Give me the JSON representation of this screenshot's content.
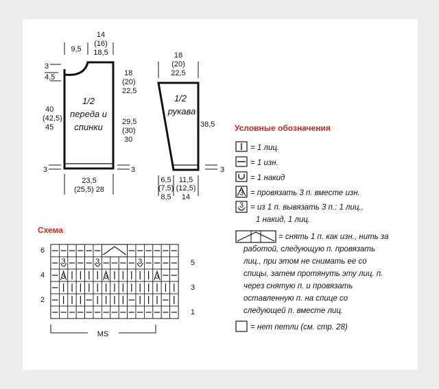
{
  "body_piece": {
    "label_line1": "1/2",
    "label_line2": "переда и",
    "label_line3": "спинки",
    "top_width": [
      "14",
      "(16)",
      "18,5"
    ],
    "shoulder": "9,5",
    "neck_top": "3",
    "neck_bottom": "4,5",
    "armhole": [
      "18",
      "(20)",
      "22,5"
    ],
    "side": [
      "29,5",
      "(30)",
      "30"
    ],
    "left_height": [
      "40",
      "(42,5)",
      "45"
    ],
    "hem_left": "3",
    "hem_right": "3",
    "bottom_width": [
      "23,5",
      "(25,5) 28"
    ]
  },
  "sleeve_piece": {
    "label_line1": "1/2",
    "label_line2": "рукава",
    "top_width": [
      "18",
      "(20)",
      "22,5"
    ],
    "height": "38,5",
    "cuff": "3",
    "bottom_left": [
      "6,5",
      "(7,5)",
      "8,5"
    ],
    "bottom_right": [
      "11,5",
      "(12,5)",
      "14"
    ]
  },
  "legend": {
    "title": "Условные обозначения",
    "items": [
      {
        "text": [
          "= 1 лиц."
        ]
      },
      {
        "text": [
          "= 1 изн."
        ]
      },
      {
        "text": [
          "= 1 накид"
        ]
      },
      {
        "text": [
          "= провязать 3 п. вместе изн."
        ]
      },
      {
        "text": [
          "= из 1 п. вывязать 3 п.: 1 лиц.,",
          "1 накид, 1 лиц."
        ]
      },
      {
        "text": [
          "= снять 1 п. как изн., нить за",
          "работой, следующую п. провязать",
          "лиц., при этом не снимать ее со",
          "спицы, затем протянуть эту лиц. п.",
          "через снятую п. и провязать",
          "оставленную п. на спице со",
          "следующей п. вместе лиц."
        ]
      },
      {
        "text": [
          "= нет петли (см. стр. 28)"
        ]
      }
    ]
  },
  "chart": {
    "title": "Схема",
    "left_rows": [
      "6",
      "4",
      "2"
    ],
    "right_rows": [
      "5",
      "3",
      "1"
    ],
    "repeat": "MS",
    "purl_symbol": "3",
    "inc_symbol": "3"
  },
  "colors": {
    "accent": "#d4231e",
    "ink": "#111111",
    "frame": "#ececec"
  }
}
